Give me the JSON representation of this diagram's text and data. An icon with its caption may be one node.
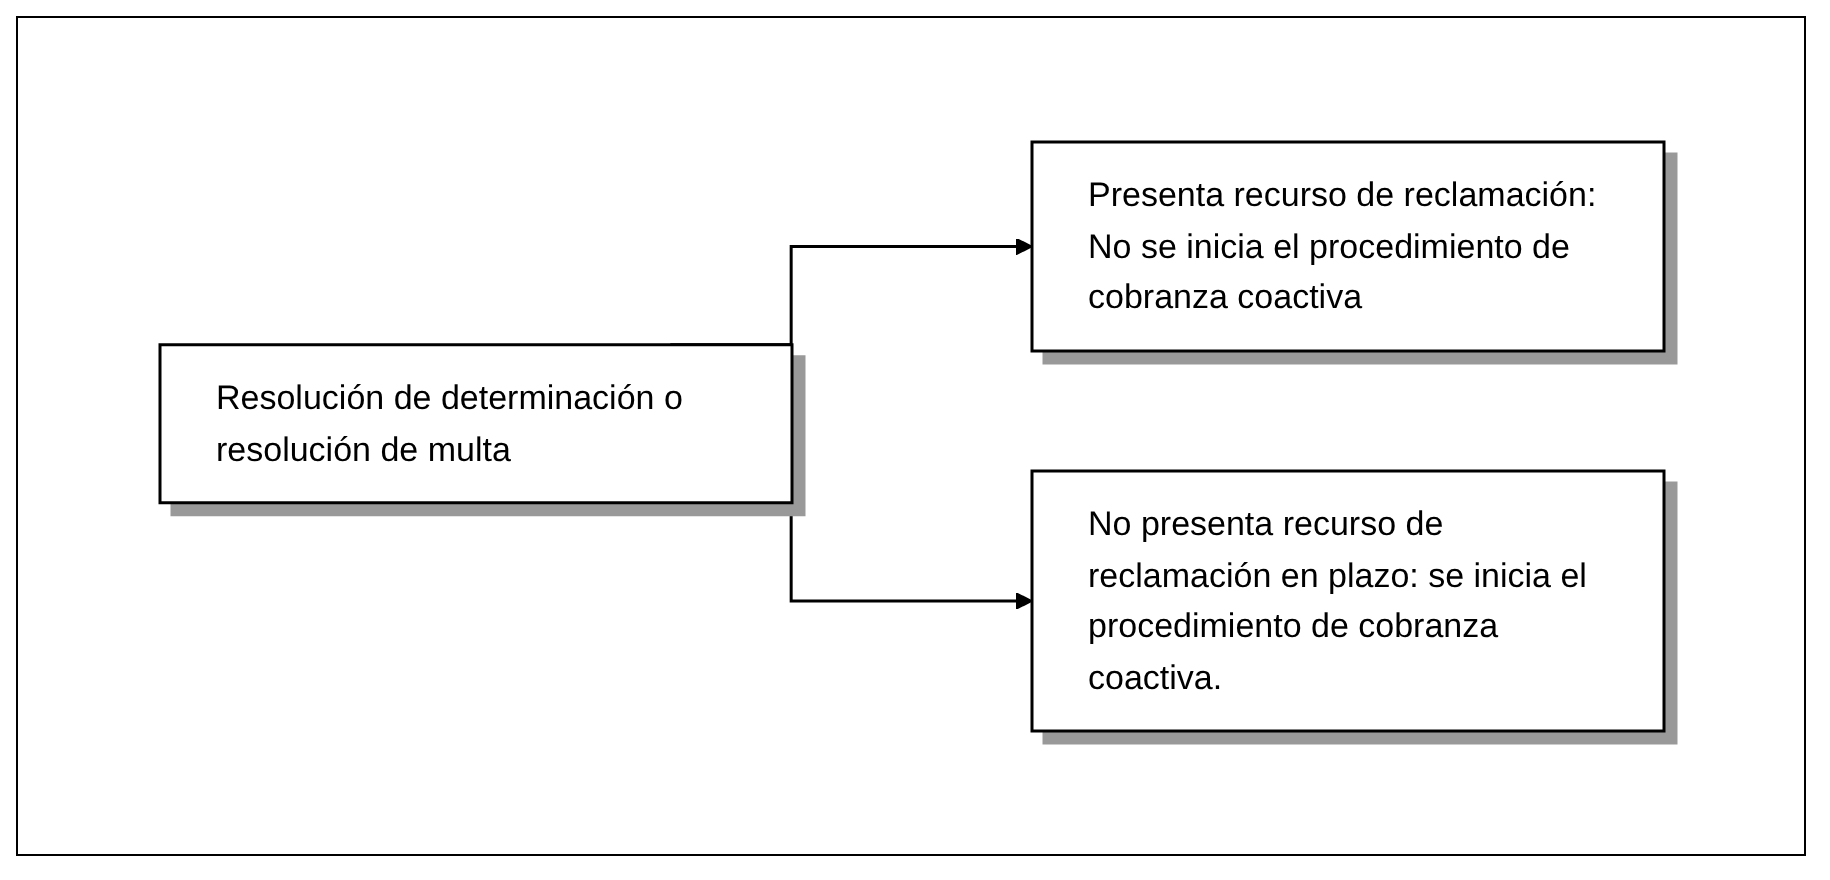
{
  "diagram": {
    "nodes": [
      {
        "text": [
          "Resolución de determinación o resolución de multa"
        ]
      },
      {
        "text": [
          "Presenta recurso de reclamación: No se inicia el procedimiento de cobranza coactiva"
        ]
      },
      {
        "text": [
          "No presenta recurso de reclamación en plazo: se inicia el procedimiento de cobranza coactiva."
        ]
      }
    ],
    "edges": [
      {
        "from": 0,
        "to": 1,
        "arrow": "to"
      },
      {
        "from": 0,
        "to": 2,
        "arrow": "to"
      }
    ]
  }
}
